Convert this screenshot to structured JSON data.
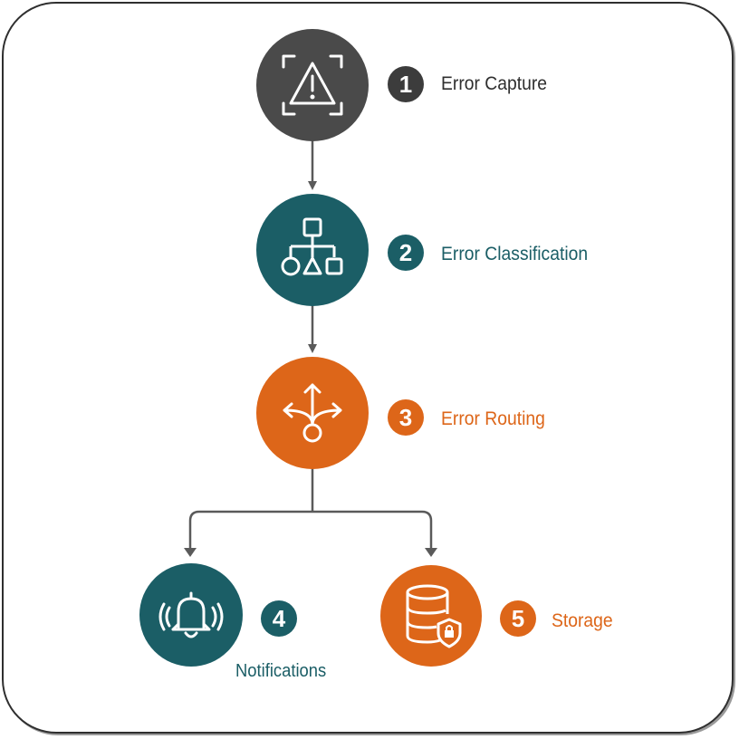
{
  "colors": {
    "dark": "#4a4a4a",
    "teal": "#1b5e66",
    "orange": "#dd6619",
    "arrow": "#5a5a5a"
  },
  "steps": [
    {
      "number": "1",
      "label": "Error Capture",
      "icon": "warning-triangle-icon",
      "color": "dark"
    },
    {
      "number": "2",
      "label": "Error Classification",
      "icon": "hierarchy-shapes-icon",
      "color": "teal"
    },
    {
      "number": "3",
      "label": "Error Routing",
      "icon": "split-arrows-icon",
      "color": "orange"
    },
    {
      "number": "4",
      "label": "Notifications",
      "icon": "ringing-bell-icon",
      "color": "teal"
    },
    {
      "number": "5",
      "label": "Storage",
      "icon": "secure-database-icon",
      "color": "orange"
    }
  ]
}
